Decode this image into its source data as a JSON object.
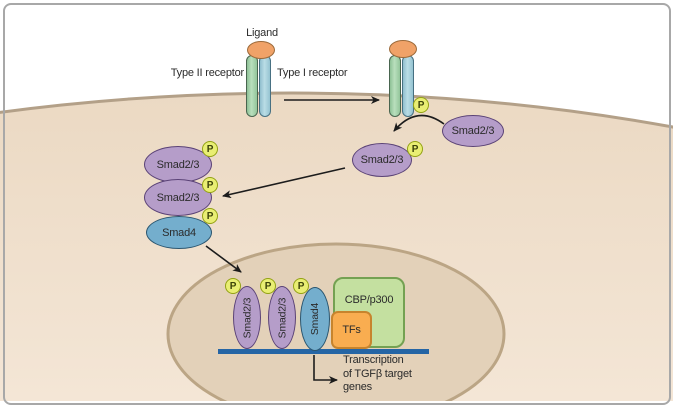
{
  "labels": {
    "ligand": "Ligand",
    "type2_receptor": "Type II receptor",
    "type1_receptor": "Type I receptor",
    "smad23": "Smad2/3",
    "smad4": "Smad4",
    "phosphate": "P",
    "cbp_p300": "CBP/p300",
    "tfs": "TFs",
    "transcription": "Transcription\nof TGFβ target\ngenes"
  },
  "colors": {
    "cytoplasm": "#ecdac4",
    "membrane": "#b3a088",
    "nucleus_fill": "#e3d1b9",
    "nucleus_border": "#bba585",
    "dna_line": "#2565a5",
    "smad23_fill": "#b59dc9",
    "smad4_fill": "#74aecd",
    "phosphate_fill": "#e9ee73",
    "ligand_fill": "#f0a268",
    "receptor2_fill": "#a3d1a8",
    "receptor1_fill": "#a7cdd9",
    "cbp_fill": "#c4e0a0",
    "tfs_fill": "#f9ad50",
    "arrow": "#1c1c1c"
  }
}
